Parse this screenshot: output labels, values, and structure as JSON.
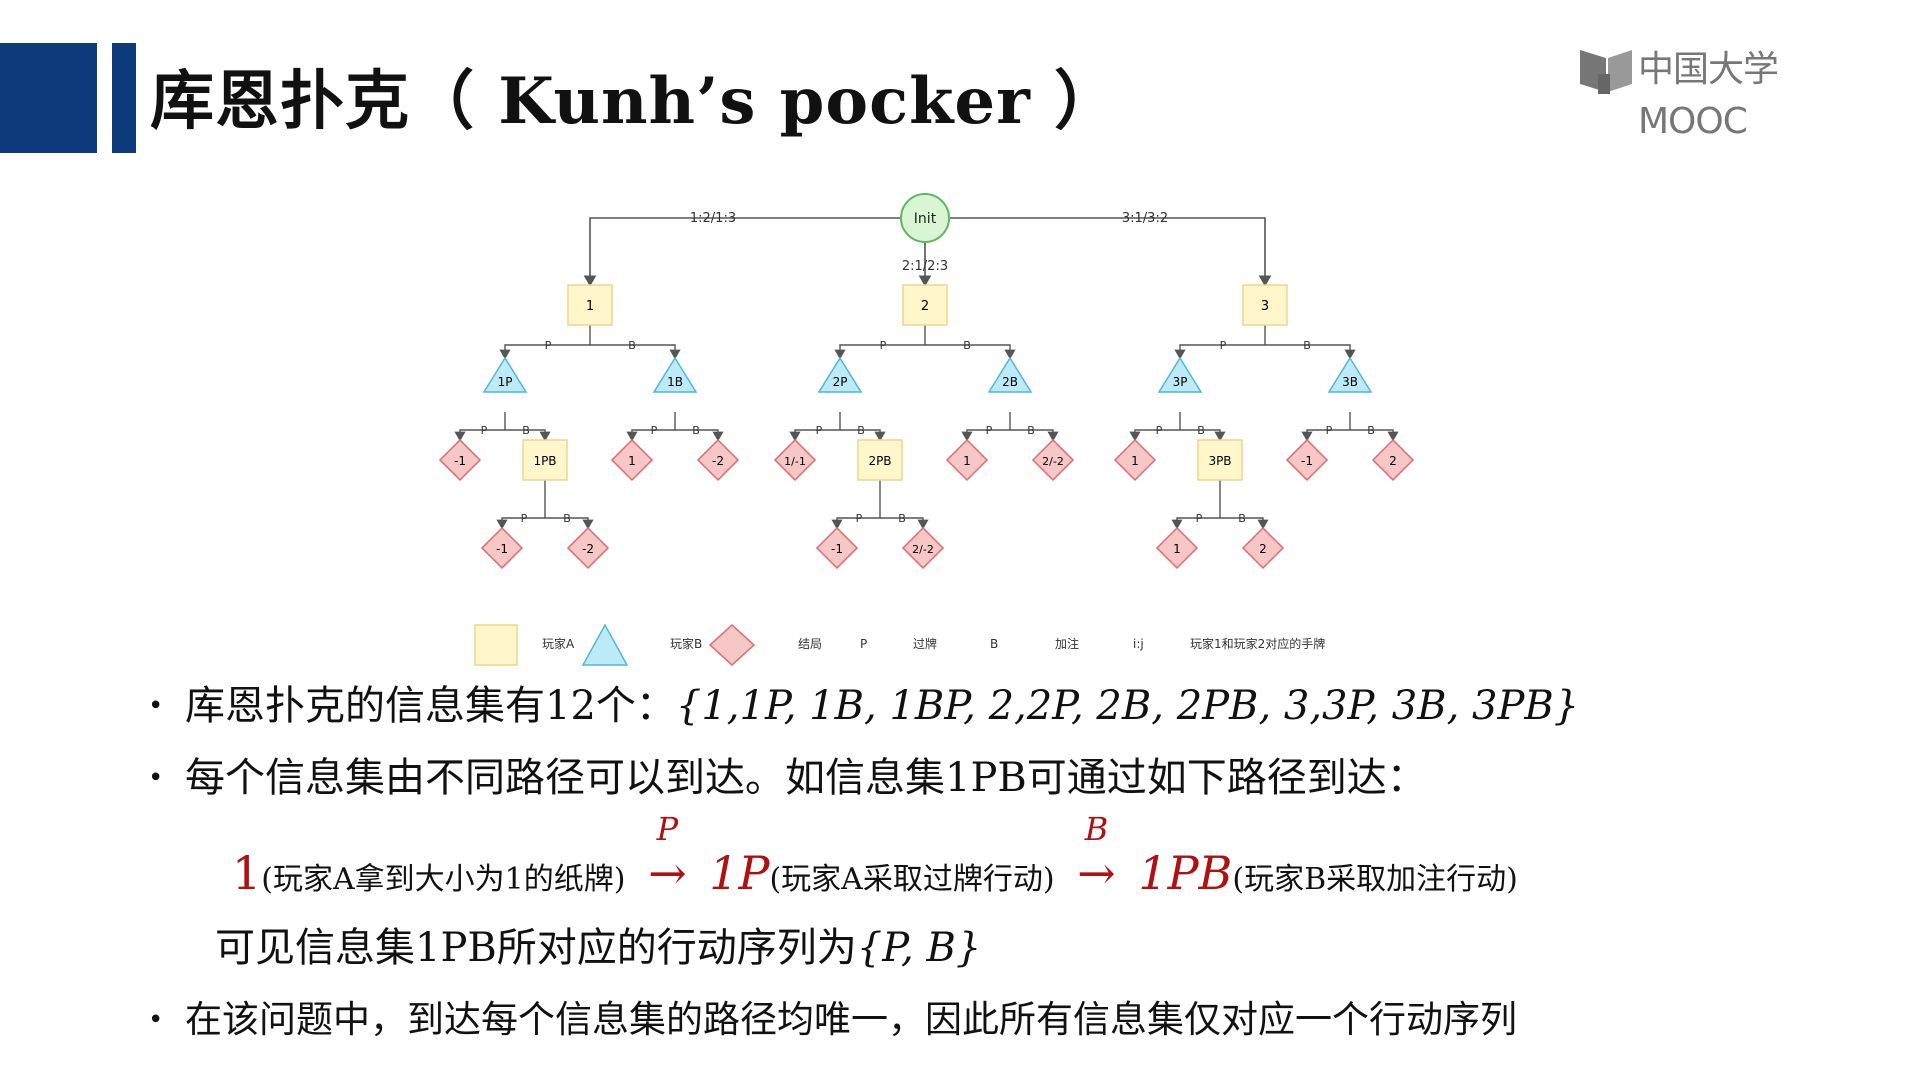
{
  "header": {
    "title": "库恩扑克（ Kunh’s pocker ）",
    "logo_text": "中国大学MOOC",
    "accent_color": "#0d3a7a"
  },
  "tree": {
    "root": {
      "label": "Init"
    },
    "root_edges": {
      "left": "1:2/1:3",
      "mid": "2:1/2:3",
      "right": "3:1/3:2"
    },
    "action_p": "P",
    "action_b": "B",
    "subtrees": [
      {
        "root": "1",
        "p_node": "1P",
        "b_node": "1B",
        "pp": "-1",
        "pb": "1PB",
        "pbp": "-1",
        "pbb": "-2",
        "bp": "1",
        "bb": "-2"
      },
      {
        "root": "2",
        "p_node": "2P",
        "b_node": "2B",
        "pp": "1/-1",
        "pb": "2PB",
        "pbp": "-1",
        "pbb": "2/-2",
        "bp": "1",
        "bb": "2/-2"
      },
      {
        "root": "3",
        "p_node": "3P",
        "b_node": "3B",
        "pp": "1",
        "pb": "3PB",
        "pbp": "1",
        "pbb": "2",
        "bp": "-1",
        "bb": "2"
      }
    ],
    "legend": {
      "player_a": "玩家A",
      "player_b": "玩家B",
      "result": "结局",
      "p_key": "P",
      "p_desc": "过牌",
      "b_key": "B",
      "b_desc": "加注",
      "ij_key": "i:j",
      "ij_desc": "玩家1和玩家2对应的手牌"
    },
    "colors": {
      "player_a_fill": "#fff6cc",
      "player_a_stroke": "#e8d98a",
      "player_b_fill": "#bdeaf7",
      "player_b_stroke": "#4fb8d8",
      "result_fill": "#f7c6c6",
      "result_stroke": "#e06a6a",
      "root_fill": "#d9f5d3",
      "root_stroke": "#5cb85c"
    }
  },
  "bullets": {
    "b1_text": "库恩扑克的信息集有12个：",
    "b1_set": "{1,1P, 1B, 1BP, 2,2P, 2B, 2PB, 3,3P, 3B, 3PB}",
    "b2_text": "每个信息集由不同路径可以到达。如信息集1PB可通过如下路径到达：",
    "path": {
      "s1": "1",
      "n1": "(玩家A拿到大小为1的纸牌)",
      "a1": "P",
      "s2": "1P",
      "n2": "(玩家A采取过牌行动)",
      "a2": "B",
      "s3": "1PB",
      "n3": "(玩家B采取加注行动)",
      "arrow": "→"
    },
    "seq_text": "可见信息集1PB所对应的行动序列为",
    "seq_set": "{P, B}",
    "b3_text": "在该问题中，到达每个信息集的路径均唯一，因此所有信息集仅对应一个行动序列"
  }
}
